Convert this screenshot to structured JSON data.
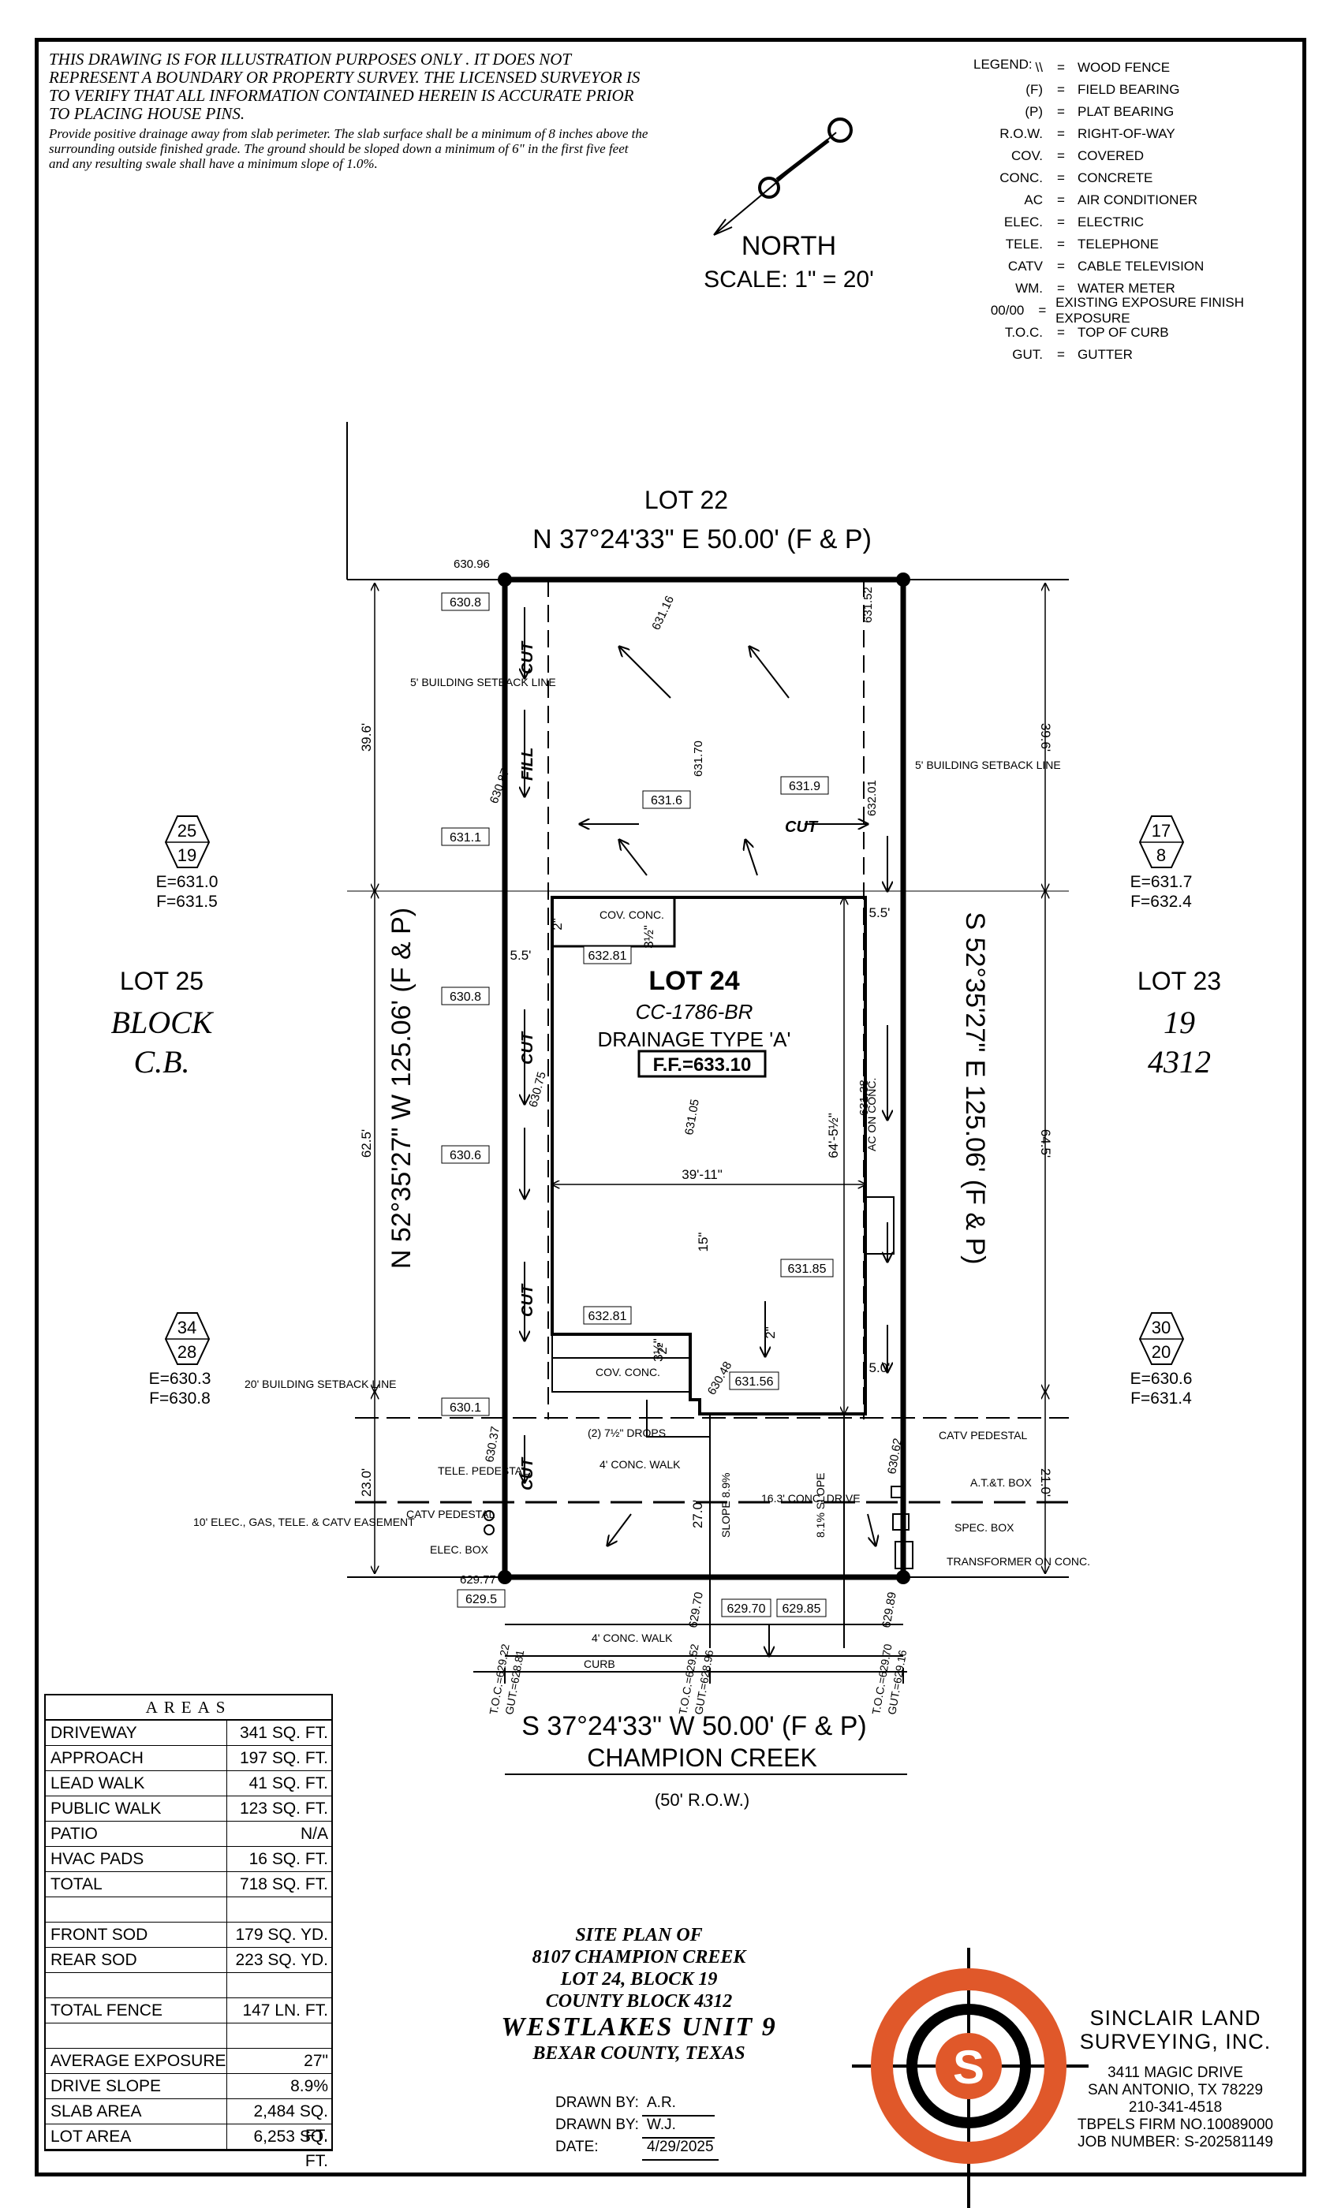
{
  "disclaimer": {
    "main": "THIS DRAWING IS FOR ILLUSTRATION PURPOSES ONLY . IT DOES NOT REPRESENT A BOUNDARY OR PROPERTY SURVEY. THE LICENSED SURVEYOR IS TO VERIFY THAT ALL INFORMATION CONTAINED HEREIN IS ACCURATE PRIOR TO PLACING HOUSE PINS.",
    "drainage": "Provide positive drainage away from slab perimeter. The slab surface shall be a minimum of 8 inches above the surrounding outside finished grade. The ground should be sloped down a minimum of 6\" in the first five feet and any resulting swale shall have a minimum slope of 1.0%."
  },
  "legend": {
    "title": "LEGEND:",
    "items": [
      {
        "symbol": "\\\\",
        "meaning": "WOOD FENCE"
      },
      {
        "symbol": "(F)",
        "meaning": "FIELD BEARING"
      },
      {
        "symbol": "(P)",
        "meaning": "PLAT BEARING"
      },
      {
        "symbol": "R.O.W.",
        "meaning": "RIGHT-OF-WAY"
      },
      {
        "symbol": "COV.",
        "meaning": "COVERED"
      },
      {
        "symbol": "CONC.",
        "meaning": "CONCRETE"
      },
      {
        "symbol": "AC",
        "meaning": "AIR CONDITIONER"
      },
      {
        "symbol": "ELEC.",
        "meaning": "ELECTRIC"
      },
      {
        "symbol": "TELE.",
        "meaning": "TELEPHONE"
      },
      {
        "symbol": "CATV",
        "meaning": "CABLE TELEVISION"
      },
      {
        "symbol": "WM.",
        "meaning": "WATER METER"
      },
      {
        "symbol": "00/00",
        "meaning": "EXISTING EXPOSURE FINISH EXPOSURE"
      },
      {
        "symbol": "T.O.C.",
        "meaning": "TOP OF CURB"
      },
      {
        "symbol": "GUT.",
        "meaning": "GUTTER"
      }
    ]
  },
  "north": {
    "label": "NORTH",
    "scale": "SCALE:  1\"  =  20'"
  },
  "plan": {
    "lot_top": "LOT 22",
    "bearing_top": "N 37°24'33\" E 50.00' (F & P)",
    "bearing_bottom": "S 37°24'33\" W 50.00' (F & P)",
    "bearing_left": "N 52°35'27\" W 125.06' (F & P)",
    "bearing_right": "S 52°35'27\" E 125.06' (F & P)",
    "street": "CHAMPION CREEK",
    "row": "(50' R.O.W.)",
    "lot_left": "LOT 25",
    "block_left_1": "BLOCK",
    "block_left_2": "C.B.",
    "lot_right": "LOT 23",
    "block_right_1": "19",
    "block_right_2": "4312",
    "lot_main": "LOT 24",
    "plan_code": "CC-1786-BR",
    "drainage_type": "DRAINAGE TYPE 'A'",
    "ff": "F.F.=633.10",
    "exp_tl": {
      "top": "25",
      "bot": "19",
      "e": "E=631.0",
      "f": "F=631.5"
    },
    "exp_tr": {
      "top": "17",
      "bot": "8",
      "e": "E=631.7",
      "f": "F=632.4"
    },
    "exp_bl": {
      "top": "34",
      "bot": "28",
      "e": "E=630.3",
      "f": "F=630.8"
    },
    "exp_br": {
      "top": "30",
      "bot": "20",
      "e": "E=630.6",
      "f": "F=631.4"
    },
    "elev_boxes": [
      "630.8",
      "631.1",
      "631.6",
      "631.9",
      "632.81",
      "630.8",
      "630.6",
      "631.85",
      "632.81",
      "631.56",
      "630.1",
      "629.5",
      "629.70",
      "629.85"
    ],
    "spot_elevs": [
      "630.96",
      "631.16",
      "631.52",
      "631.70",
      "630.87",
      "632.01",
      "630.75",
      "631.05",
      "631.38",
      "630.48",
      "630.37",
      "630.62",
      "629.77",
      "629.70",
      "629.89"
    ],
    "toc_left": [
      "T.O.C.=",
      "629.22",
      "GUT.=",
      "628.81"
    ],
    "toc_mid": [
      "T.O.C.=",
      "629.52",
      "GUT.=",
      "628.96"
    ],
    "toc_right": [
      "T.O.C.=",
      "629.70",
      "GUT.=",
      "629.16"
    ],
    "dims": {
      "d39_6_left": "39.6'",
      "d39_6_right": "39.6'",
      "d62_5": "62.5'",
      "d64_5": "64.5'",
      "d23": "23.0'",
      "d21": "21.0'",
      "d27": "27.0'",
      "w39_11": "39'-11\"",
      "w64_5": "64'-5½\"",
      "s5_5_left": "5.5'",
      "s5_5_right": "5.5'",
      "s5_0": "5.0'",
      "d15": "15\"",
      "d2a": "2\"",
      "d2b": "2\"",
      "d2c": "2\"",
      "d3_5a": "3½\"",
      "d3_5b": "3½\""
    },
    "labels": {
      "setback_5_left": "5' BUILDING SETBACK LINE",
      "setback_5_right": "5' BUILDING SETBACK LINE",
      "setback_20": "20' BUILDING SETBACK LINE",
      "easement": "10' ELEC., GAS, TELE. & CATV EASEMENT",
      "tele_ped": "TELE. PEDESTAL",
      "catv_ped_left": "CATV PEDESTAL",
      "elec_box": "ELEC. BOX",
      "catv_ped_right": "CATV PEDESTAL",
      "att_box": "A.T.&T. BOX",
      "spec_box": "SPEC. BOX",
      "transformer": "TRANSFORMER ON CONC.",
      "cov_conc_top": "COV. CONC.",
      "cov_conc_bot": "COV. CONC.",
      "ac_on_conc": "AC ON CONC.",
      "drops": "(2) 7½\" DROPS",
      "walk": "4' CONC. WALK",
      "pub_walk": "4' CONC. WALK",
      "curb": "CURB",
      "drive": "16.3' CONC. DRIVE",
      "slope_left": "SLOPE 8.9%",
      "slope_right": "8.1% SLOPE",
      "cut": "CUT",
      "fill": "FILL"
    }
  },
  "areas": {
    "title": "AREAS",
    "rows": [
      {
        "k": "DRIVEWAY",
        "v": "341 SQ. FT."
      },
      {
        "k": "APPROACH",
        "v": "197 SQ. FT."
      },
      {
        "k": "LEAD WALK",
        "v": "41 SQ. FT."
      },
      {
        "k": "PUBLIC WALK",
        "v": "123 SQ. FT."
      },
      {
        "k": "PATIO",
        "v": "N/A"
      },
      {
        "k": "HVAC PADS",
        "v": "16 SQ. FT."
      },
      {
        "k": "TOTAL",
        "v": "718 SQ. FT."
      },
      {
        "k": "",
        "v": ""
      },
      {
        "k": "FRONT SOD",
        "v": "179 SQ. YD."
      },
      {
        "k": "REAR SOD",
        "v": "223 SQ. YD."
      },
      {
        "k": "",
        "v": ""
      },
      {
        "k": "TOTAL FENCE",
        "v": "147 LN. FT."
      },
      {
        "k": "",
        "v": ""
      },
      {
        "k": "AVERAGE EXPOSURE",
        "v": "27\""
      },
      {
        "k": "DRIVE SLOPE",
        "v": "8.9%"
      },
      {
        "k": "SLAB AREA",
        "v": "2,484 SQ. FT."
      },
      {
        "k": "LOT AREA",
        "v": "6,253 SQ. FT."
      }
    ]
  },
  "title_block": {
    "l1": "SITE PLAN OF",
    "l2": "8107 CHAMPION CREEK",
    "l3": "LOT 24, BLOCK 19",
    "l4": "COUNTY BLOCK 4312",
    "l5": "WESTLAKES UNIT 9",
    "l6": "BEXAR COUNTY, TEXAS"
  },
  "drawn": {
    "drawn_label": "DRAWN BY:",
    "drawn1": "A.R.",
    "drawn2": "W.J.",
    "date_label": "DATE:",
    "date": "4/29/2025"
  },
  "company": {
    "name1": "SINCLAIR LAND",
    "name2": "SURVEYING, INC.",
    "addr1": "3411 MAGIC DRIVE",
    "addr2": "SAN ANTONIO, TX 78229",
    "phone": "210-341-4518",
    "firm": "TBPELS FIRM NO.10089000",
    "job": "JOB NUMBER: S-202581149",
    "logo_letter": "S"
  },
  "colors": {
    "logo_orange": "#e0582a",
    "ink": "#000000"
  }
}
